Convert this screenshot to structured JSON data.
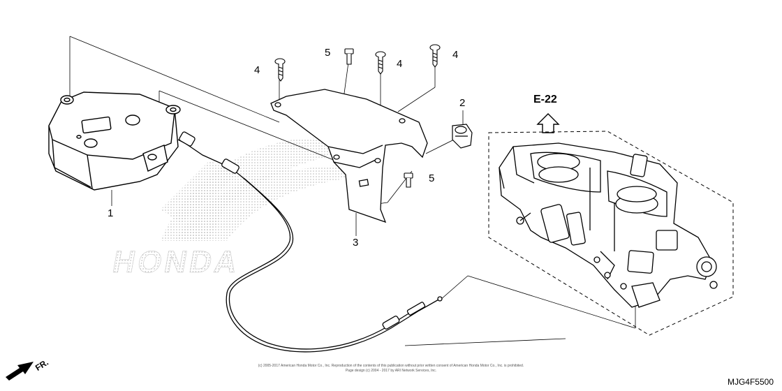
{
  "callouts": [
    {
      "id": "1",
      "text": "1"
    },
    {
      "id": "2",
      "text": "2"
    },
    {
      "id": "3",
      "text": "3"
    },
    {
      "id": "4a",
      "text": "4"
    },
    {
      "id": "4b",
      "text": "4"
    },
    {
      "id": "4c",
      "text": "4"
    },
    {
      "id": "5a",
      "text": "5"
    },
    {
      "id": "5b",
      "text": "5"
    }
  ],
  "reference": {
    "text": "E-22"
  },
  "front_indicator": {
    "text": "FR."
  },
  "watermark": {
    "text": "HONDA"
  },
  "copyright": {
    "line1": "(c) 2005-2017 American Honda Motor Co., Inc. Reproduction of the contents of this publication without prior written consent of American Honda Motor Co., Inc. is prohibited.",
    "line2": "Page design (c) 2004 - 2017 by ARI Network Services, Inc."
  },
  "diagram_code": "MJG4F5500"
}
